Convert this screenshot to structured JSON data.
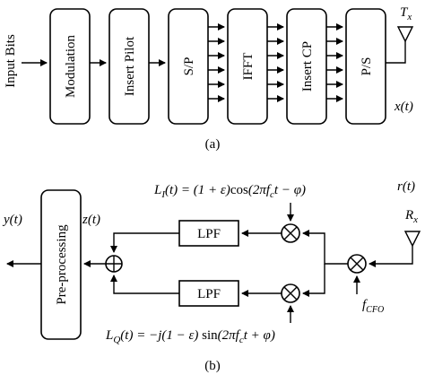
{
  "diagram_a": {
    "caption": "(a)",
    "input_label": "Input Bits",
    "blocks": {
      "modulation": "Modulation",
      "insert_pilot": "Insert Pilot",
      "sp": "S/P",
      "ifft": "IFFT",
      "insert_cp": "Insert CP",
      "ps": "P/S"
    },
    "tx_label": "T_x",
    "tx_signal": "x(t)"
  },
  "diagram_b": {
    "caption": "(b)",
    "preprocessing": "Pre-processing",
    "lpf_top": "LPF",
    "lpf_bottom": "LPF",
    "y_label": "y(t)",
    "z_label": "z(t)",
    "r_label": "r(t)",
    "rx_label": "R_x",
    "li_eq": "L_I(t) = (1 + ε)cos(2πf_c t − φ)",
    "lq_eq": "L_Q(t) = −j(1 − ε) sin(2πf_c t + φ)",
    "cfo_label": "f_CFO"
  }
}
